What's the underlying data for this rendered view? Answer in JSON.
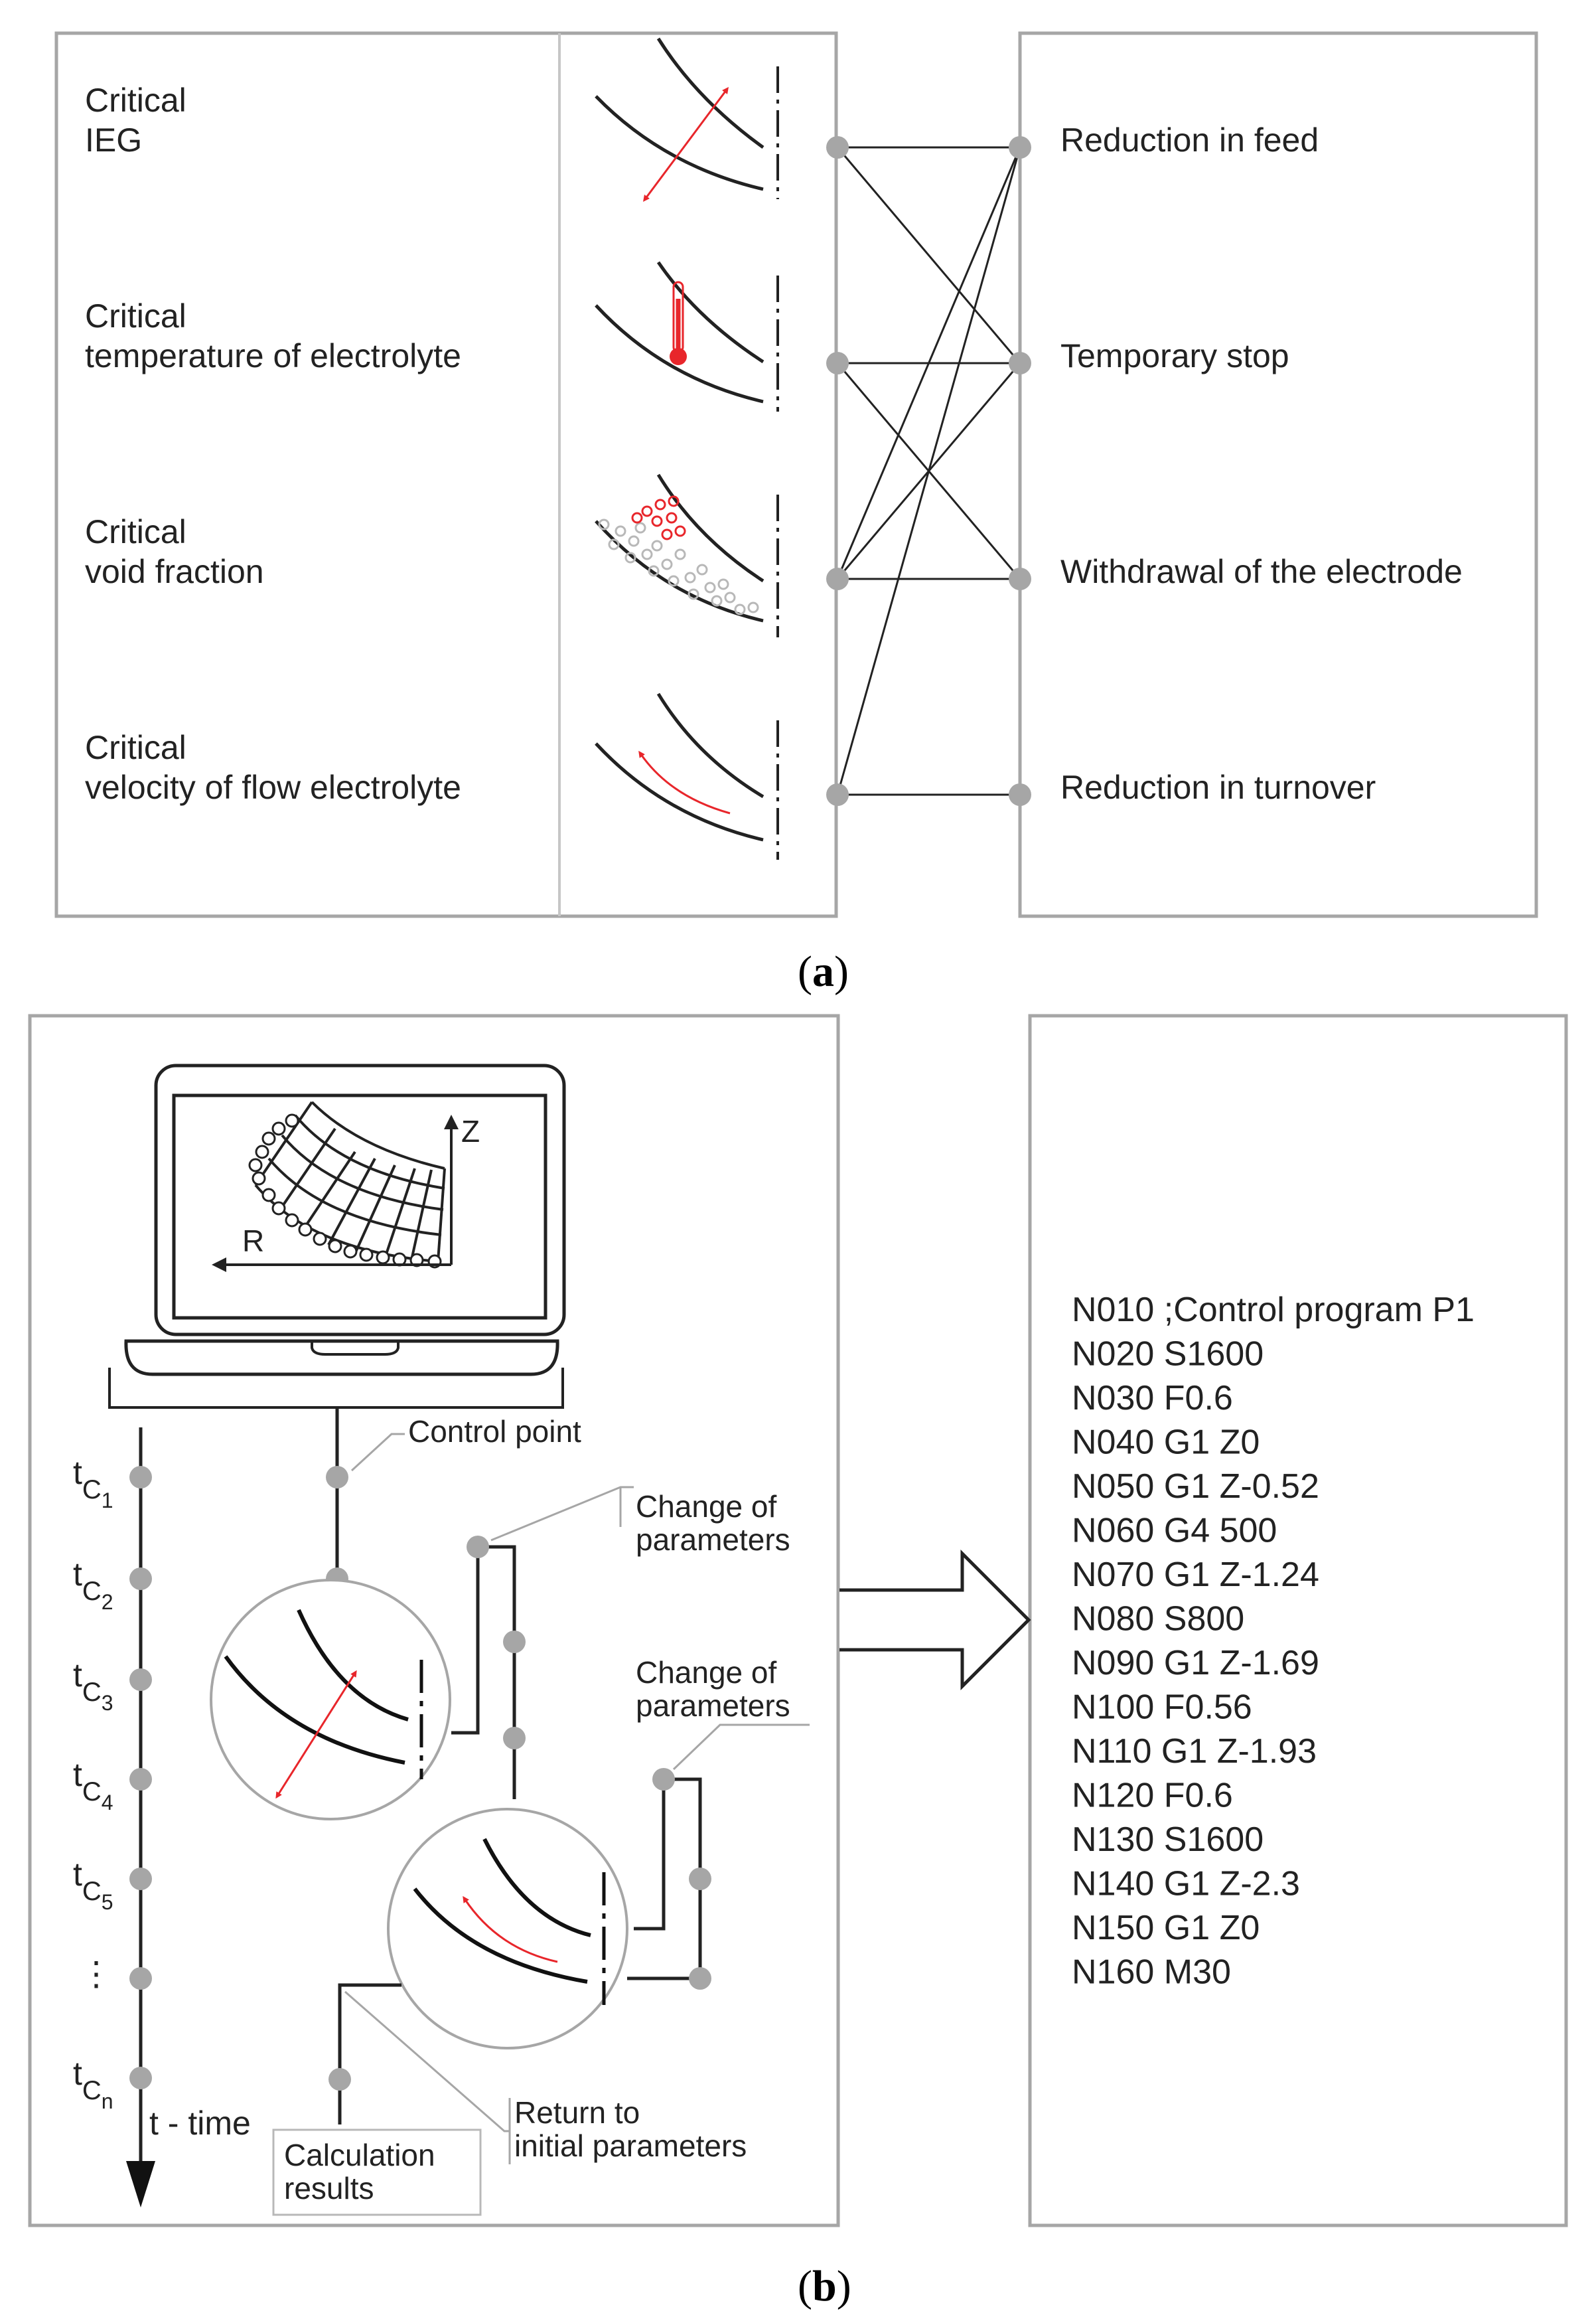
{
  "panel_a": {
    "caption_open": "(",
    "caption_letter": "a",
    "caption_close": ")",
    "criteria": [
      {
        "line1": "Critical",
        "line2": "IEG",
        "icon": "gap-measure-icon"
      },
      {
        "line1": "Critical",
        "line2": "temperature of electrolyte",
        "icon": "thermometer-icon"
      },
      {
        "line1": "Critical",
        "line2": "void fraction",
        "icon": "void-bubbles-icon"
      },
      {
        "line1": "Critical",
        "line2": "velocity of flow electrolyte",
        "icon": "flow-arrow-icon"
      }
    ],
    "actions": [
      "Reduction in feed",
      "Temporary stop",
      "Withdrawal of the electrode",
      "Reduction in turnover"
    ],
    "links": [
      [
        0,
        0
      ],
      [
        0,
        1
      ],
      [
        1,
        1
      ],
      [
        1,
        2
      ],
      [
        2,
        0
      ],
      [
        2,
        1
      ],
      [
        2,
        2
      ],
      [
        3,
        0
      ],
      [
        3,
        3
      ]
    ]
  },
  "panel_b": {
    "caption_open": "(",
    "caption_letter": "b",
    "caption_close": ")",
    "screen_axes": {
      "vertical": "Z",
      "horizontal": "R"
    },
    "timeline": {
      "base": "t",
      "sub_base": "C",
      "ticks": [
        "1",
        "2",
        "3",
        "4",
        "5",
        "n"
      ],
      "ellipsis": "⋮",
      "axis_label": "t - time"
    },
    "labels": {
      "control_point": "Control point",
      "change_params_1a": "Change of",
      "change_params_1b": "parameters",
      "change_params_2a": "Change of",
      "change_params_2b": "parameters",
      "return_a": "Return to",
      "return_b": "initial parameters",
      "calc_a": "Calculation",
      "calc_b": "results"
    },
    "program": [
      "N010 ;Control program P1",
      "N020 S1600",
      "N030 F0.6",
      "N040 G1 Z0",
      "N050 G1 Z-0.52",
      "N060 G4 500",
      "N070 G1 Z-1.24",
      "N080 S800",
      "N090 G1 Z-1.69",
      "N100 F0.56",
      "N110 G1 Z-1.93",
      "N120 F0.6",
      "N130 S1600",
      "N140 G1 Z-2.3",
      "N150 G1 Z0",
      "N160 M30"
    ]
  },
  "colors": {
    "frame": "#a6a6a6",
    "line": "#222222",
    "accent": "#e8262b",
    "node": "#a6a6a6"
  }
}
